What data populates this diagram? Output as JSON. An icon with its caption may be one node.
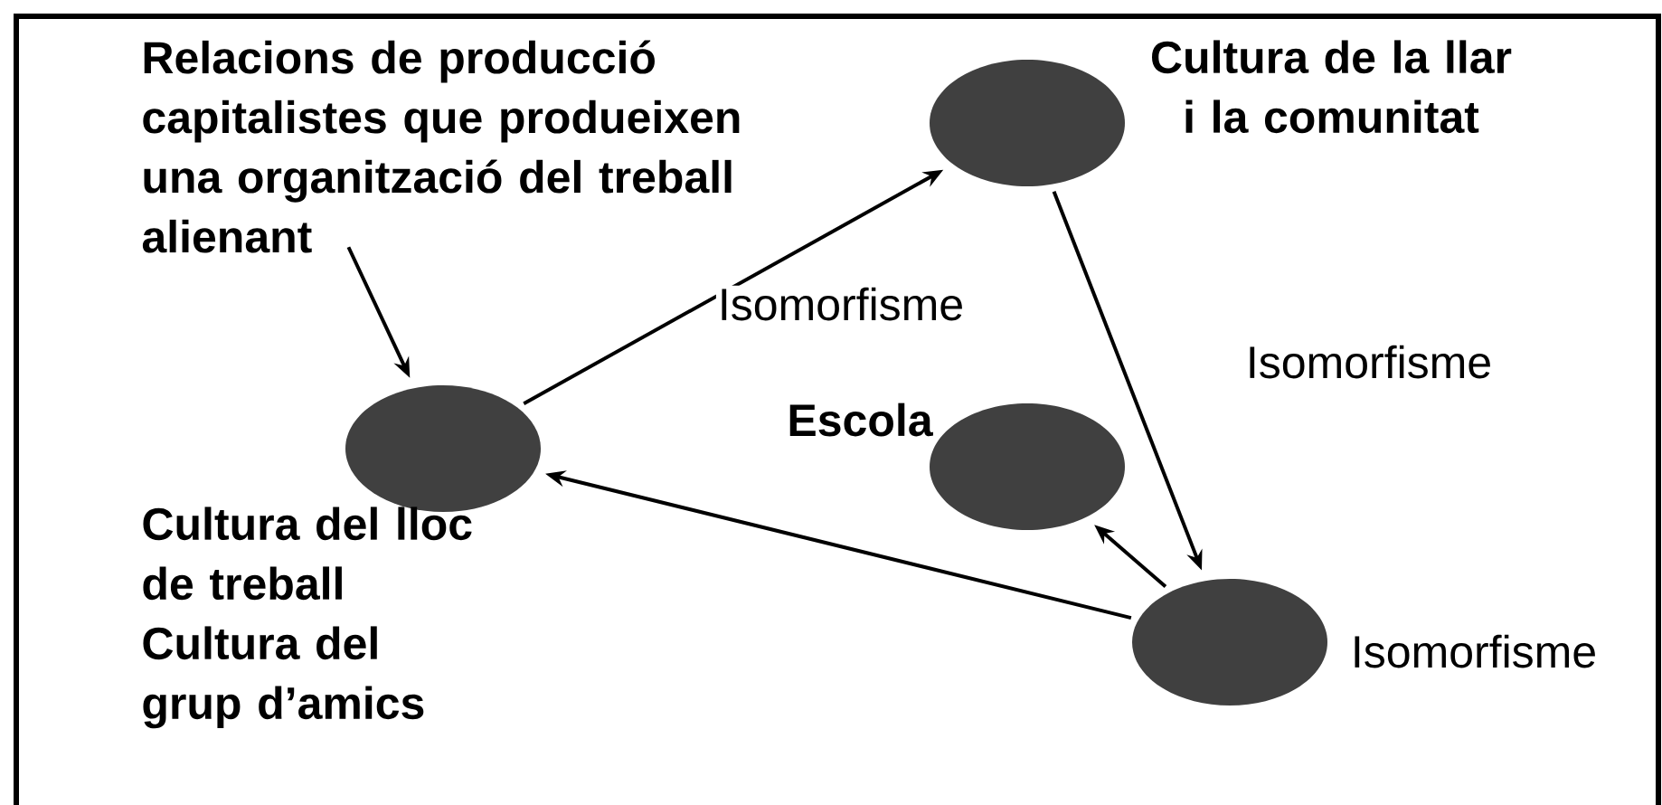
{
  "diagram": {
    "nodes": [
      {
        "text": [
          "Relacions de producció capitalistes que produeixen una organització del treball alienant"
        ]
      },
      {
        "text": [],
        "shape": "ellipse",
        "beside": [
          "Cultura del lloc de treball",
          "Cultura del grup d’amics"
        ]
      },
      {
        "text": [],
        "shape": "ellipse",
        "beside": [
          "Cultura de la llar i la comunitat"
        ]
      },
      {
        "text": [],
        "shape": "ellipse",
        "beside": [
          "Escola"
        ]
      },
      {
        "text": [],
        "shape": "ellipse",
        "beside": [
          "Isomorfisme"
        ]
      }
    ],
    "edges": [
      {
        "from": 0,
        "to": 1,
        "arrow": "to"
      },
      {
        "from": 1,
        "to": 2,
        "arrow": "to",
        "label": "Isomorfisme"
      },
      {
        "from": 2,
        "to": 4,
        "arrow": "to",
        "label": "Isomorfisme"
      },
      {
        "from": 4,
        "to": 3,
        "arrow": "to"
      },
      {
        "from": 4,
        "to": 1,
        "arrow": "to"
      }
    ]
  }
}
